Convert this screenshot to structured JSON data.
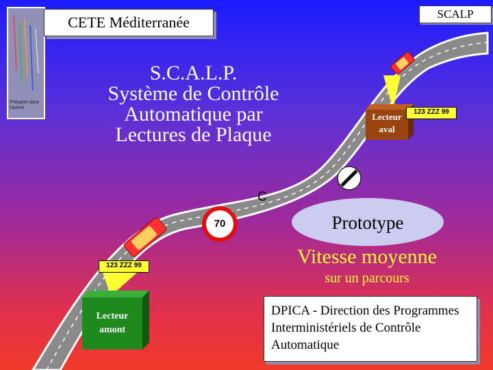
{
  "header": {
    "title": "CETE Méditerranée",
    "tag": "SCALP"
  },
  "logo": {
    "text": "Préparer pour l'avenir"
  },
  "main_title": {
    "line1": "S.C.A.L.P.",
    "line2": "Système de Contrôle",
    "line3": "Automatique par",
    "line4": "Lectures de Plaque"
  },
  "readers": {
    "downstream": {
      "line1": "Lecteur",
      "line2": "aval",
      "plate": "123 ZZZ 99"
    },
    "upstream": {
      "line1": "Lecteur",
      "line2": "amont",
      "plate": "123 ZZZ 99"
    }
  },
  "signs": {
    "speed_limit": "70",
    "point_label": "C"
  },
  "prototype": {
    "label": "Prototype"
  },
  "subtitle": {
    "line1": "Vitesse moyenne",
    "line2": "sur un parcours"
  },
  "footer_box": {
    "text": "DPICA - Direction des Programmes Interministériels de Contrôle Automatique"
  },
  "colors": {
    "accent": "#ffff33",
    "road": "#8a8a8a",
    "reader_amont": "#1e8a1e",
    "reader_aval": "#9a4410"
  }
}
